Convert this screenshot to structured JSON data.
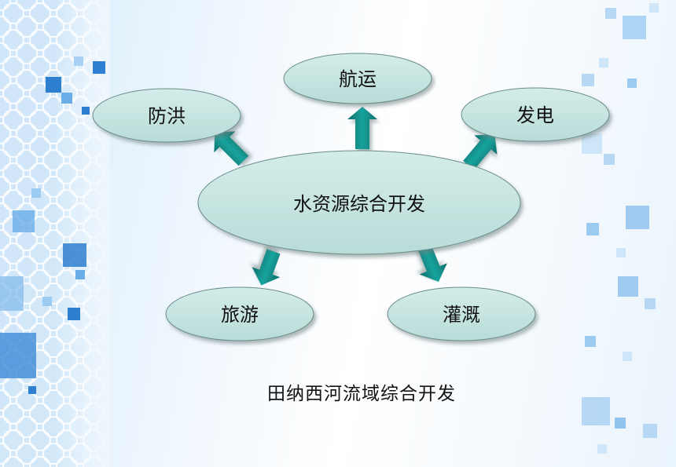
{
  "diagram": {
    "center": {
      "label": "水资源综合开发"
    },
    "nodes": [
      {
        "id": "flood",
        "label": "防洪"
      },
      {
        "id": "navigation",
        "label": "航运"
      },
      {
        "id": "power",
        "label": "发电"
      },
      {
        "id": "tourism",
        "label": "旅游"
      },
      {
        "id": "irrigation",
        "label": "灌溉"
      }
    ],
    "caption": "田纳西河流域综合开发"
  },
  "colors": {
    "ellipse_fill": "#c4e2df",
    "ellipse_stroke": "#5a7a78",
    "arrow_fill": "#0f8a86",
    "accent_blue": "#2f7fd0"
  }
}
